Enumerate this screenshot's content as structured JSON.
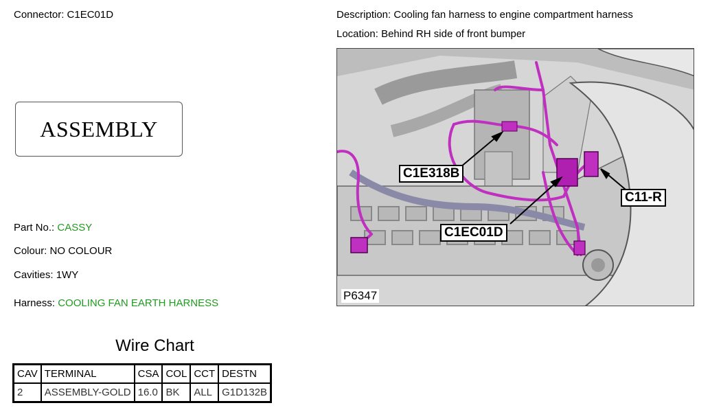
{
  "connector": {
    "label": "Connector:",
    "value": "C1EC01D"
  },
  "description": {
    "label": "Description:",
    "value": "Cooling fan harness to engine compartment harness"
  },
  "location": {
    "label": "Location:",
    "value": "Behind RH side of front bumper"
  },
  "connector_image_text": "ASSEMBLY",
  "part_no": {
    "label": "Part No.:",
    "value": "CASSY"
  },
  "colour": {
    "label": "Colour:",
    "value": "NO COLOUR"
  },
  "cavities": {
    "label": "Cavities:",
    "value": "1WY"
  },
  "harness": {
    "label": "Harness:",
    "value": "COOLING FAN EARTH HARNESS"
  },
  "wire_chart": {
    "title": "Wire Chart",
    "headers": [
      "CAV",
      "TERMINAL",
      "CSA",
      "COL",
      "CCT",
      "DESTN"
    ],
    "rows": [
      [
        "2",
        "ASSEMBLY-GOLD",
        "16.0",
        "BK",
        "ALL",
        "G1D132B"
      ]
    ]
  },
  "figure": {
    "callouts": [
      "C1E318B",
      "C11-R",
      "C1EC01D"
    ],
    "figure_id": "P6347",
    "colors": {
      "harness": "#c030c0",
      "background": "#d9d9d9",
      "accent_green": "#1f9a1f"
    }
  }
}
